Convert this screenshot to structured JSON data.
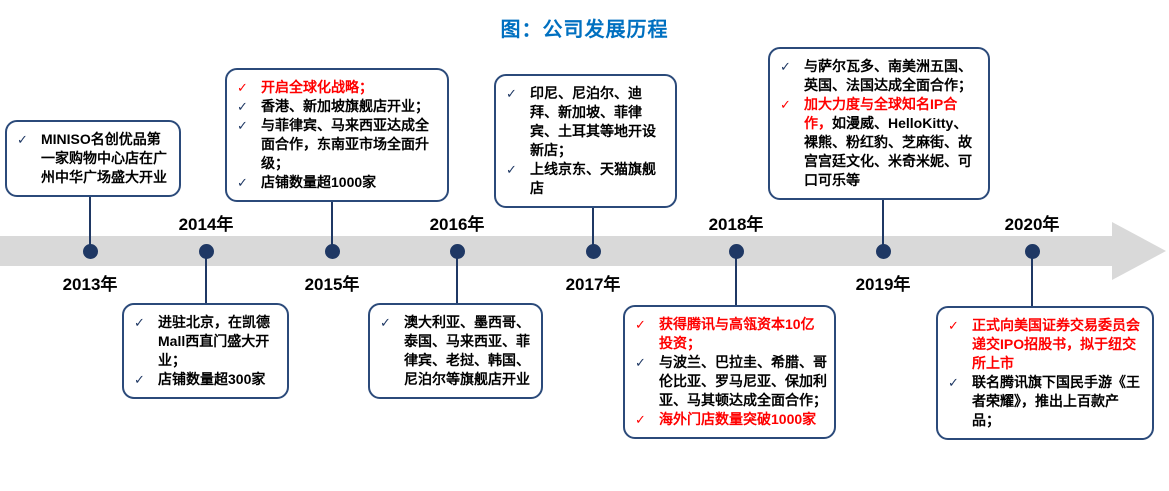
{
  "title": "图：公司发展历程",
  "colors": {
    "title_blue": "#0070C0",
    "navy": "#1F3864",
    "box_border": "#2B4A7A",
    "red": "#FF0000",
    "band_gray": "#D9D9D9",
    "text_black": "#000000"
  },
  "icons": {
    "check": "✓"
  },
  "timeline": {
    "years": [
      {
        "id": "2013",
        "label": "2013年"
      },
      {
        "id": "2014",
        "label": "2014年"
      },
      {
        "id": "2015",
        "label": "2015年"
      },
      {
        "id": "2016",
        "label": "2016年"
      },
      {
        "id": "2017",
        "label": "2017年"
      },
      {
        "id": "2018",
        "label": "2018年"
      },
      {
        "id": "2019",
        "label": "2019年"
      },
      {
        "id": "2020",
        "label": "2020年"
      }
    ]
  },
  "milestones": [
    {
      "year": "2013",
      "items": [
        {
          "check": "navy",
          "segments": [
            {
              "text": "MINISO名创优品第一家购物中心店在广州中华广场盛大开业",
              "style": "normal"
            }
          ]
        }
      ]
    },
    {
      "year": "2014",
      "items": [
        {
          "check": "navy",
          "segments": [
            {
              "text": "进驻北京，在凯德Mall西直门盛大开业；",
              "style": "normal"
            }
          ]
        },
        {
          "check": "navy",
          "segments": [
            {
              "text": "店铺数量超300家",
              "style": "normal"
            }
          ]
        }
      ]
    },
    {
      "year": "2015",
      "items": [
        {
          "check": "red",
          "segments": [
            {
              "text": "开启全球化战略；",
              "style": "red"
            }
          ]
        },
        {
          "check": "navy",
          "segments": [
            {
              "text": "香港、新加坡旗舰店开业；",
              "style": "normal"
            }
          ]
        },
        {
          "check": "navy",
          "segments": [
            {
              "text": "与菲律宾、马来西亚达成全面合作，东南亚市场全面升级；",
              "style": "normal"
            }
          ]
        },
        {
          "check": "navy",
          "segments": [
            {
              "text": "店铺数量超1000家",
              "style": "normal"
            }
          ]
        }
      ]
    },
    {
      "year": "2016",
      "items": [
        {
          "check": "navy",
          "segments": [
            {
              "text": "澳大利亚、墨西哥、泰国、马来西亚、菲律宾、老挝、韩国、尼泊尔等旗舰店开业",
              "style": "normal"
            }
          ]
        }
      ]
    },
    {
      "year": "2017",
      "items": [
        {
          "check": "navy",
          "segments": [
            {
              "text": "印尼、尼泊尔、迪拜、新加坡、菲律宾、土耳其等地开设新店；",
              "style": "normal"
            }
          ]
        },
        {
          "check": "navy",
          "segments": [
            {
              "text": "上线京东、天猫旗舰店",
              "style": "normal"
            }
          ]
        }
      ]
    },
    {
      "year": "2018",
      "items": [
        {
          "check": "red",
          "segments": [
            {
              "text": "获得腾讯与高瓴资本10亿投资；",
              "style": "red"
            }
          ]
        },
        {
          "check": "navy",
          "segments": [
            {
              "text": "与波兰、巴拉圭、希腊、哥伦比亚、罗马尼亚、保加利亚、马其顿达成全面合作；",
              "style": "normal"
            }
          ]
        },
        {
          "check": "red",
          "segments": [
            {
              "text": "海外门店数量突破1000家",
              "style": "red"
            }
          ]
        }
      ]
    },
    {
      "year": "2019",
      "items": [
        {
          "check": "navy",
          "segments": [
            {
              "text": "与萨尔瓦多、南美洲五国、英国、法国达成全面合作；",
              "style": "normal"
            }
          ]
        },
        {
          "check": "red",
          "segments": [
            {
              "text": "加大力度与全球知名IP合作，",
              "style": "red"
            },
            {
              "text": "如漫威、HelloKitty、裸熊、粉红豹、芝麻街、故宫宫廷文化、米奇米妮、可口可乐等",
              "style": "normal"
            }
          ]
        }
      ]
    },
    {
      "year": "2020",
      "items": [
        {
          "check": "red",
          "segments": [
            {
              "text": "正式向美国证券交易委员会递交IPO招股书，拟于纽交所上市",
              "style": "red"
            }
          ]
        },
        {
          "check": "navy",
          "segments": [
            {
              "text": "联名腾讯旗下国民手游《王者荣耀》，推出上百款产品；",
              "style": "normal"
            }
          ]
        }
      ]
    }
  ]
}
